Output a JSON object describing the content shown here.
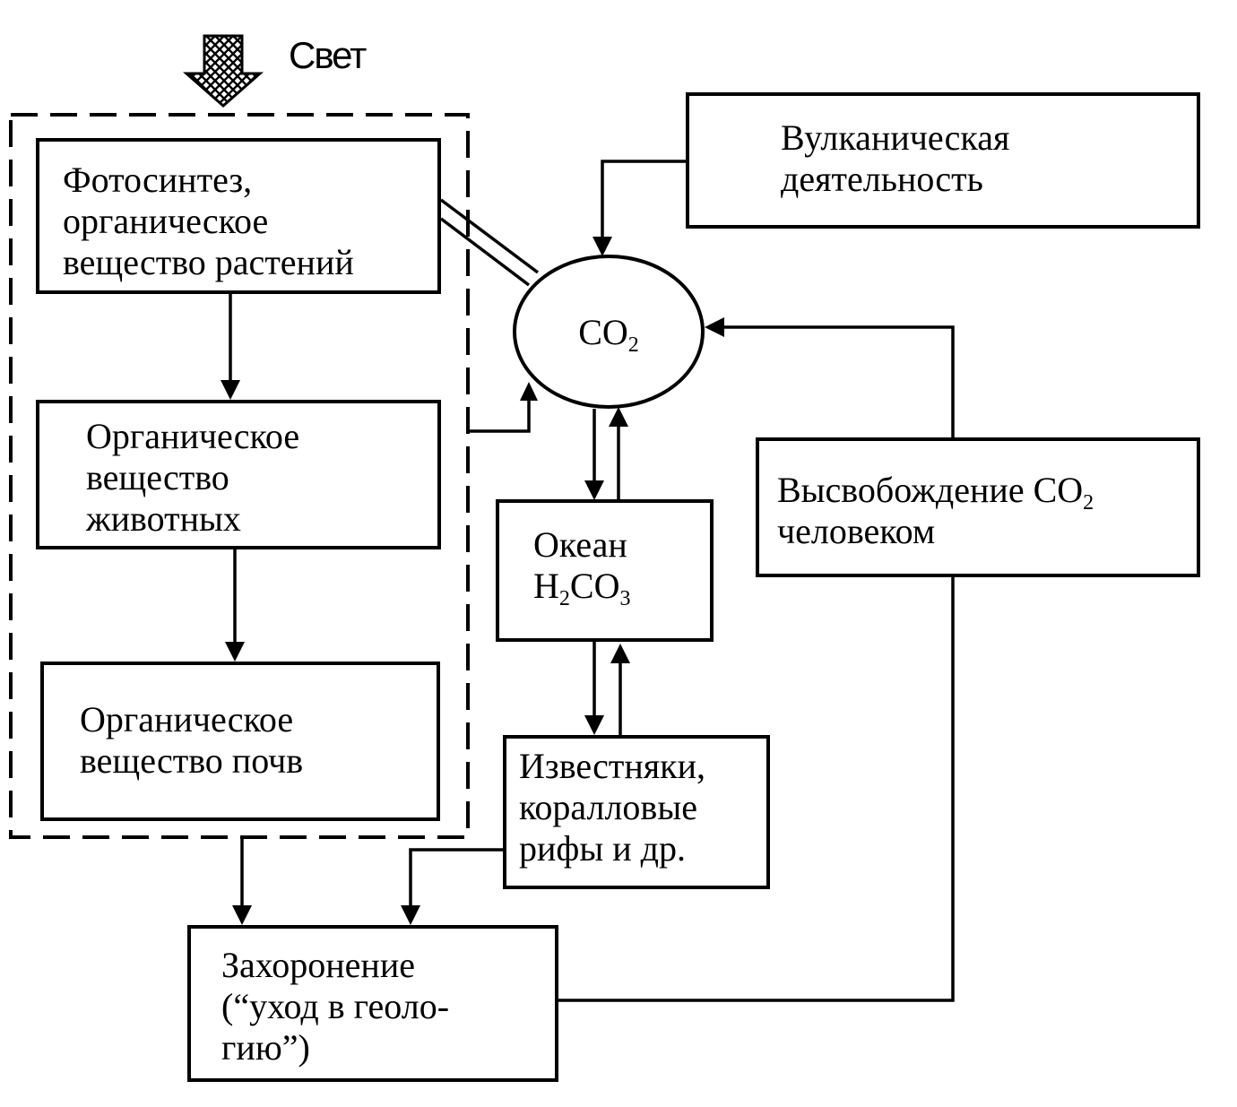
{
  "title": "",
  "light": {
    "label": "Свет",
    "icon": "light-arrow-icon"
  },
  "nodes": {
    "photosynthesis": {
      "lines": [
        "Фотосинтез,",
        "органическое",
        "вещество растений"
      ]
    },
    "animals": {
      "lines": [
        "Органическое",
        "вещество",
        "животных"
      ]
    },
    "soils": {
      "lines": [
        "Органическое",
        "вещество почв"
      ]
    },
    "volcanic": {
      "lines": [
        "Вулканическая",
        "деятельность"
      ]
    },
    "co2": {
      "text": "CO",
      "sub": "2"
    },
    "ocean": {
      "line1": "Океан",
      "formula": [
        {
          "t": "H",
          "sub": "2"
        },
        {
          "t": "CO",
          "sub": "3"
        }
      ]
    },
    "human": {
      "line1_text": "Высвобождение CO",
      "line1_sub": "2",
      "line2": "человеком"
    },
    "limestone": {
      "lines": [
        "Известняки,",
        "коралловые",
        "рифы и др."
      ]
    },
    "burial": {
      "lines": [
        "Захоронение",
        "(“уход в геоло-",
        "гию”)"
      ]
    }
  },
  "colors": {
    "ink": "#000000",
    "background": "#ffffff"
  }
}
